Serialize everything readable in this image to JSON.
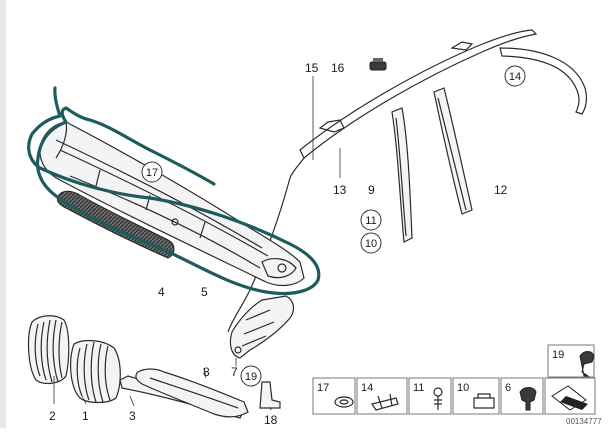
{
  "diagram": {
    "reference_number": "00134777",
    "labels": [
      {
        "id": "p1",
        "text": "1"
      },
      {
        "id": "p2",
        "text": "2"
      },
      {
        "id": "p3",
        "text": "3"
      },
      {
        "id": "p4",
        "text": "4"
      },
      {
        "id": "p5",
        "text": "5"
      },
      {
        "id": "p7",
        "text": "7"
      },
      {
        "id": "p8",
        "text": "8"
      },
      {
        "id": "p9",
        "text": "9"
      },
      {
        "id": "p12",
        "text": "12"
      },
      {
        "id": "p13",
        "text": "13"
      },
      {
        "id": "p15",
        "text": "15"
      },
      {
        "id": "p16",
        "text": "16"
      },
      {
        "id": "p18",
        "text": "18"
      }
    ],
    "circled_labels": [
      {
        "id": "c10",
        "text": "10"
      },
      {
        "id": "c11",
        "text": "11"
      },
      {
        "id": "c14",
        "text": "14"
      },
      {
        "id": "c17",
        "text": "17"
      },
      {
        "id": "c19",
        "text": "19"
      }
    ],
    "legend": [
      {
        "id": "l17",
        "text": "17"
      },
      {
        "id": "l14",
        "text": "14"
      },
      {
        "id": "l11",
        "text": "11"
      },
      {
        "id": "l10",
        "text": "10"
      },
      {
        "id": "l6",
        "text": "6"
      },
      {
        "id": "l19",
        "text": "19"
      }
    ],
    "colors": {
      "marker": "#1e5b5c",
      "line": "#2b2b2b",
      "background": "#ffffff"
    }
  }
}
